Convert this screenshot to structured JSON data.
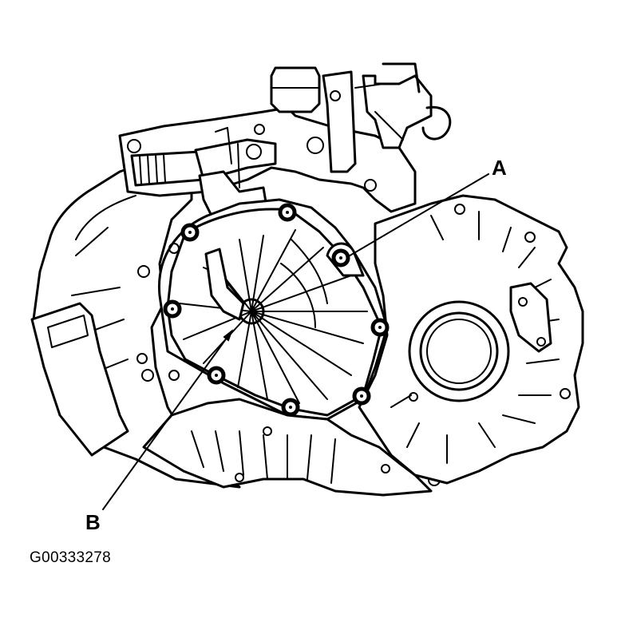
{
  "figure": {
    "callouts": {
      "a": "A",
      "b": "B"
    },
    "figure_id": "G00333278"
  }
}
